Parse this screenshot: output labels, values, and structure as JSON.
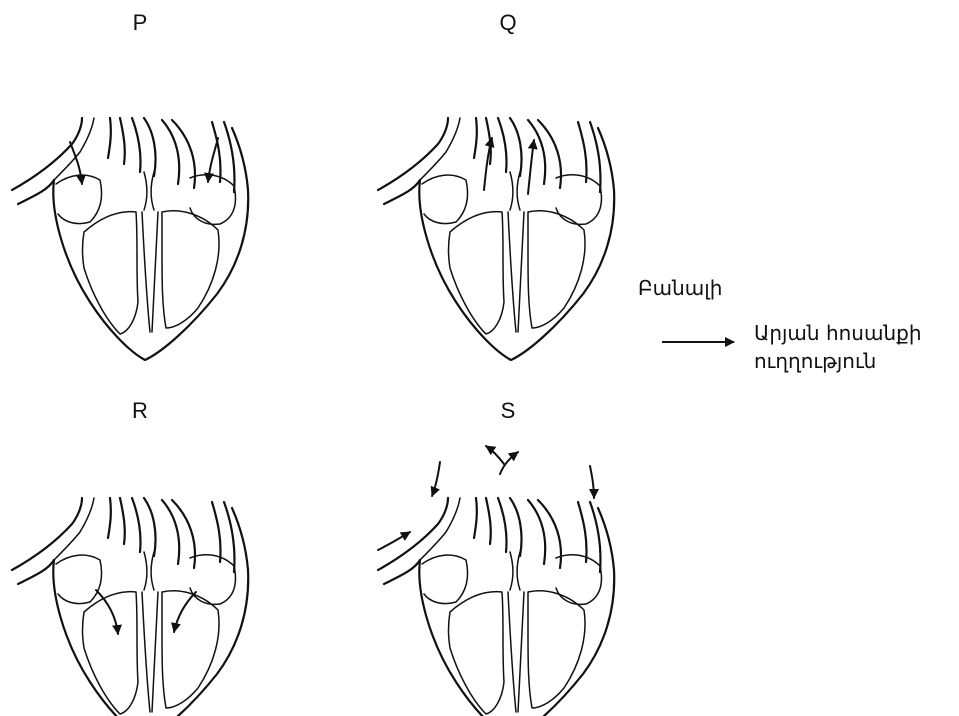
{
  "panels": [
    {
      "id": "P",
      "label": "P"
    },
    {
      "id": "Q",
      "label": "Q"
    },
    {
      "id": "R",
      "label": "R"
    },
    {
      "id": "S",
      "label": "S"
    }
  ],
  "key": {
    "title": "Բանալի",
    "arrow_meaning_line1": "Արյան հոսանքի",
    "arrow_meaning_line2": "ուղղություն"
  },
  "colors": {
    "line": "#111111",
    "background": "#ffffff"
  }
}
